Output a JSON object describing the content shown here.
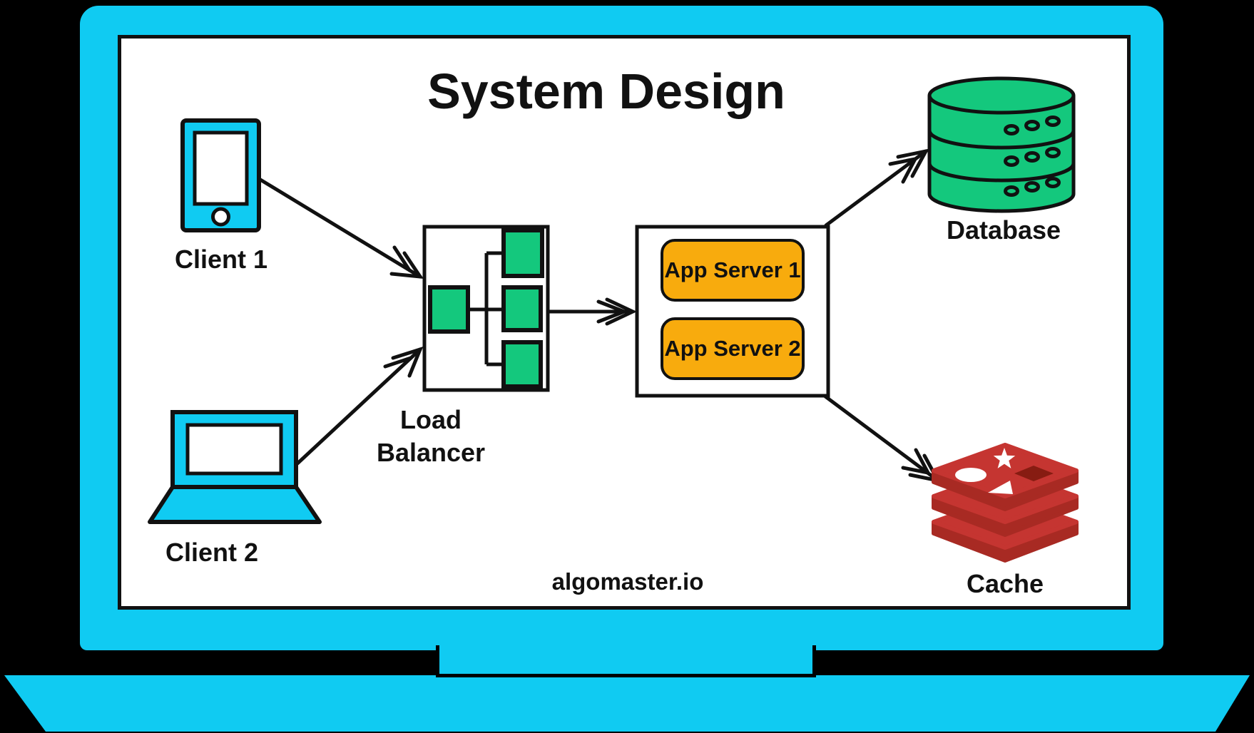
{
  "title": "System Design",
  "watermark": "algomaster.io",
  "nodes": {
    "client1": {
      "label": "Client 1",
      "icon": "smartphone-icon"
    },
    "client2": {
      "label": "Client 2",
      "icon": "laptop-icon"
    },
    "load_balancer": {
      "label": "Load Balancer",
      "label_line1": "Load",
      "label_line2": "Balancer",
      "icon": "load-balancer-icon"
    },
    "app_server_group": {
      "servers": [
        {
          "label": "App Server 1"
        },
        {
          "label": "App Server 2"
        }
      ]
    },
    "database": {
      "label": "Database",
      "icon": "database-cylinder-icon"
    },
    "cache": {
      "label": "Cache",
      "icon": "redis-stack-icon"
    }
  },
  "edges": [
    {
      "from": "client1",
      "to": "load_balancer"
    },
    {
      "from": "client2",
      "to": "load_balancer"
    },
    {
      "from": "load_balancer",
      "to": "app_server_group"
    },
    {
      "from": "app_server_group",
      "to": "database"
    },
    {
      "from": "app_server_group",
      "to": "cache"
    }
  ],
  "colors": {
    "laptop_cyan": "#10CBF2",
    "diagram_green": "#14C87D",
    "app_server_orange": "#F8AB0D",
    "redis_red_top": "#C53531",
    "redis_red_front": "#A82A23",
    "redis_hole_dark": "#871C12",
    "ink": "#111111",
    "screen_bg": "#FFFFFF",
    "page_bg": "#000000"
  }
}
